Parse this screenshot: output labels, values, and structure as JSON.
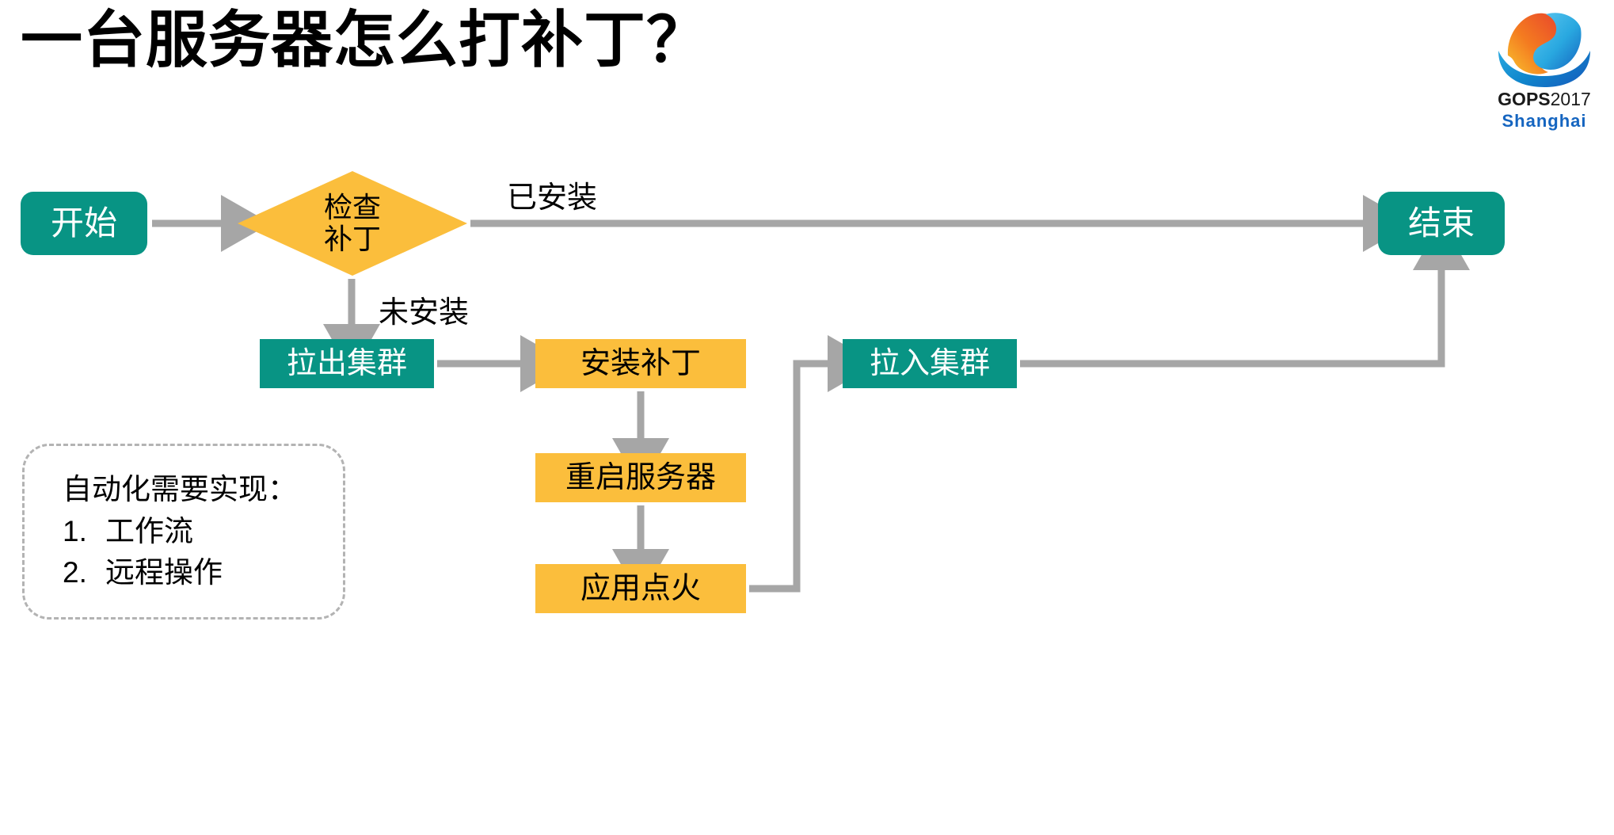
{
  "slide": {
    "title": "一台服务器怎么打补丁？",
    "background_color": "#ffffff"
  },
  "logo": {
    "name": "gops-logo",
    "brand": "GOPS",
    "year": "2017",
    "city": "Shanghai",
    "mark_colors": [
      "#e8452c",
      "#f47b20",
      "#f9a825",
      "#29a8e0",
      "#1565c0"
    ],
    "city_color": "#1565c0"
  },
  "colors": {
    "teal": "#089484",
    "orange": "#FBBE3C",
    "connector_gray": "#a6a6a6",
    "dashed_gray": "#b3b3b3",
    "text_dark": "#000000",
    "text_light": "#ffffff"
  },
  "flowchart": {
    "type": "flowchart",
    "nodes": [
      {
        "id": "start",
        "label": "开始",
        "shape": "rounded-rect",
        "fill": "#089484",
        "text_color": "#ffffff"
      },
      {
        "id": "check",
        "label": "检查\n补丁",
        "label_line1": "检查",
        "label_line2": "补丁",
        "shape": "diamond",
        "fill": "#FBBE3C",
        "text_color": "#000000"
      },
      {
        "id": "end",
        "label": "结束",
        "shape": "rounded-rect",
        "fill": "#089484",
        "text_color": "#ffffff"
      },
      {
        "id": "pullout",
        "label": "拉出集群",
        "shape": "rect",
        "fill": "#089484",
        "text_color": "#ffffff"
      },
      {
        "id": "install",
        "label": "安装补丁",
        "shape": "rect",
        "fill": "#FBBE3C",
        "text_color": "#000000"
      },
      {
        "id": "reboot",
        "label": "重启服务器",
        "shape": "rect",
        "fill": "#FBBE3C",
        "text_color": "#000000"
      },
      {
        "id": "ignite",
        "label": "应用点火",
        "shape": "rect",
        "fill": "#FBBE3C",
        "text_color": "#000000"
      },
      {
        "id": "pullin",
        "label": "拉入集群",
        "shape": "rect",
        "fill": "#089484",
        "text_color": "#ffffff"
      }
    ],
    "edges": [
      {
        "from": "start",
        "to": "check",
        "label": ""
      },
      {
        "from": "check",
        "to": "end",
        "label": "已安装"
      },
      {
        "from": "check",
        "to": "pullout",
        "label": "未安装"
      },
      {
        "from": "pullout",
        "to": "install",
        "label": ""
      },
      {
        "from": "install",
        "to": "reboot",
        "label": ""
      },
      {
        "from": "reboot",
        "to": "ignite",
        "label": ""
      },
      {
        "from": "ignite",
        "to": "pullin",
        "label": ""
      },
      {
        "from": "pullin",
        "to": "end",
        "label": ""
      }
    ]
  },
  "note": {
    "title": "自动化需要实现：",
    "items": [
      {
        "num": "1.",
        "text": "工作流"
      },
      {
        "num": "2.",
        "text": "远程操作"
      }
    ]
  }
}
